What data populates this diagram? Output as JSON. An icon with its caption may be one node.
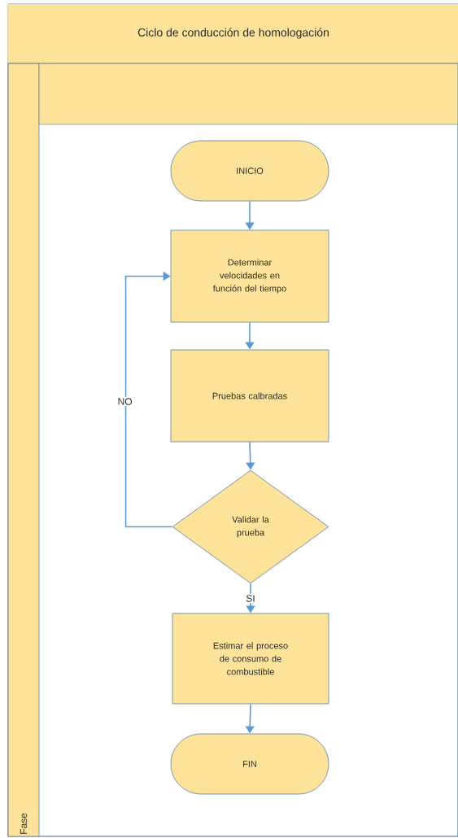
{
  "diagram": {
    "nodes": [
      {
        "text": [
          "Ciclo de conducción de homologación"
        ]
      },
      {
        "text": [
          "Fase"
        ],
        "in": 0
      },
      {
        "text": [
          "INICIO"
        ],
        "in": 1
      },
      {
        "text": [
          "Determinar velocidades en función del tiempo"
        ],
        "in": 1
      },
      {
        "text": [
          "Pruebas calbradas"
        ],
        "in": 1
      },
      {
        "text": [
          "Validar la prueba"
        ],
        "in": 1
      },
      {
        "text": [
          "Estimar el proceso de consumo de combustible"
        ],
        "in": 1
      },
      {
        "text": [
          "FIN"
        ],
        "in": 1
      }
    ],
    "edges": [
      {
        "from": 2,
        "to": 3,
        "arrow": "to"
      },
      {
        "from": 3,
        "to": 4,
        "arrow": "to"
      },
      {
        "from": 4,
        "to": 5,
        "arrow": "to"
      },
      {
        "from": 5,
        "to": 3,
        "arrow": "to",
        "label": "NO"
      },
      {
        "from": 5,
        "to": 6,
        "arrow": "to",
        "label": "SI"
      },
      {
        "from": 6,
        "to": 7,
        "arrow": "to"
      }
    ]
  }
}
